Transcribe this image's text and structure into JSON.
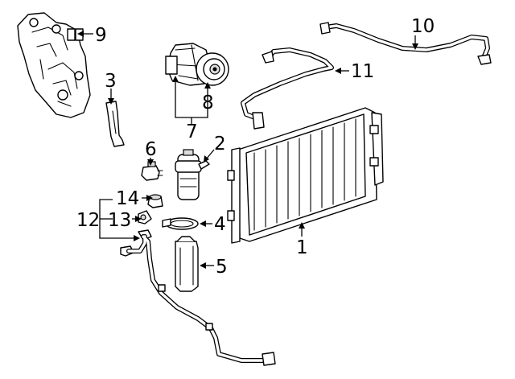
{
  "callouts": [
    {
      "id": "1",
      "text": "1"
    },
    {
      "id": "2",
      "text": "2"
    },
    {
      "id": "3",
      "text": "3"
    },
    {
      "id": "4",
      "text": "4"
    },
    {
      "id": "5",
      "text": "5"
    },
    {
      "id": "6",
      "text": "6"
    },
    {
      "id": "7",
      "text": "7"
    },
    {
      "id": "8",
      "text": "8"
    },
    {
      "id": "9",
      "text": "9"
    },
    {
      "id": "10",
      "text": "10"
    },
    {
      "id": "11",
      "text": "11"
    },
    {
      "id": "12",
      "text": "12"
    },
    {
      "id": "13",
      "text": "13"
    },
    {
      "id": "14",
      "text": "14"
    }
  ],
  "colors": {
    "line": "#000000",
    "background": "#ffffff",
    "fill": "#dcdcdc"
  }
}
